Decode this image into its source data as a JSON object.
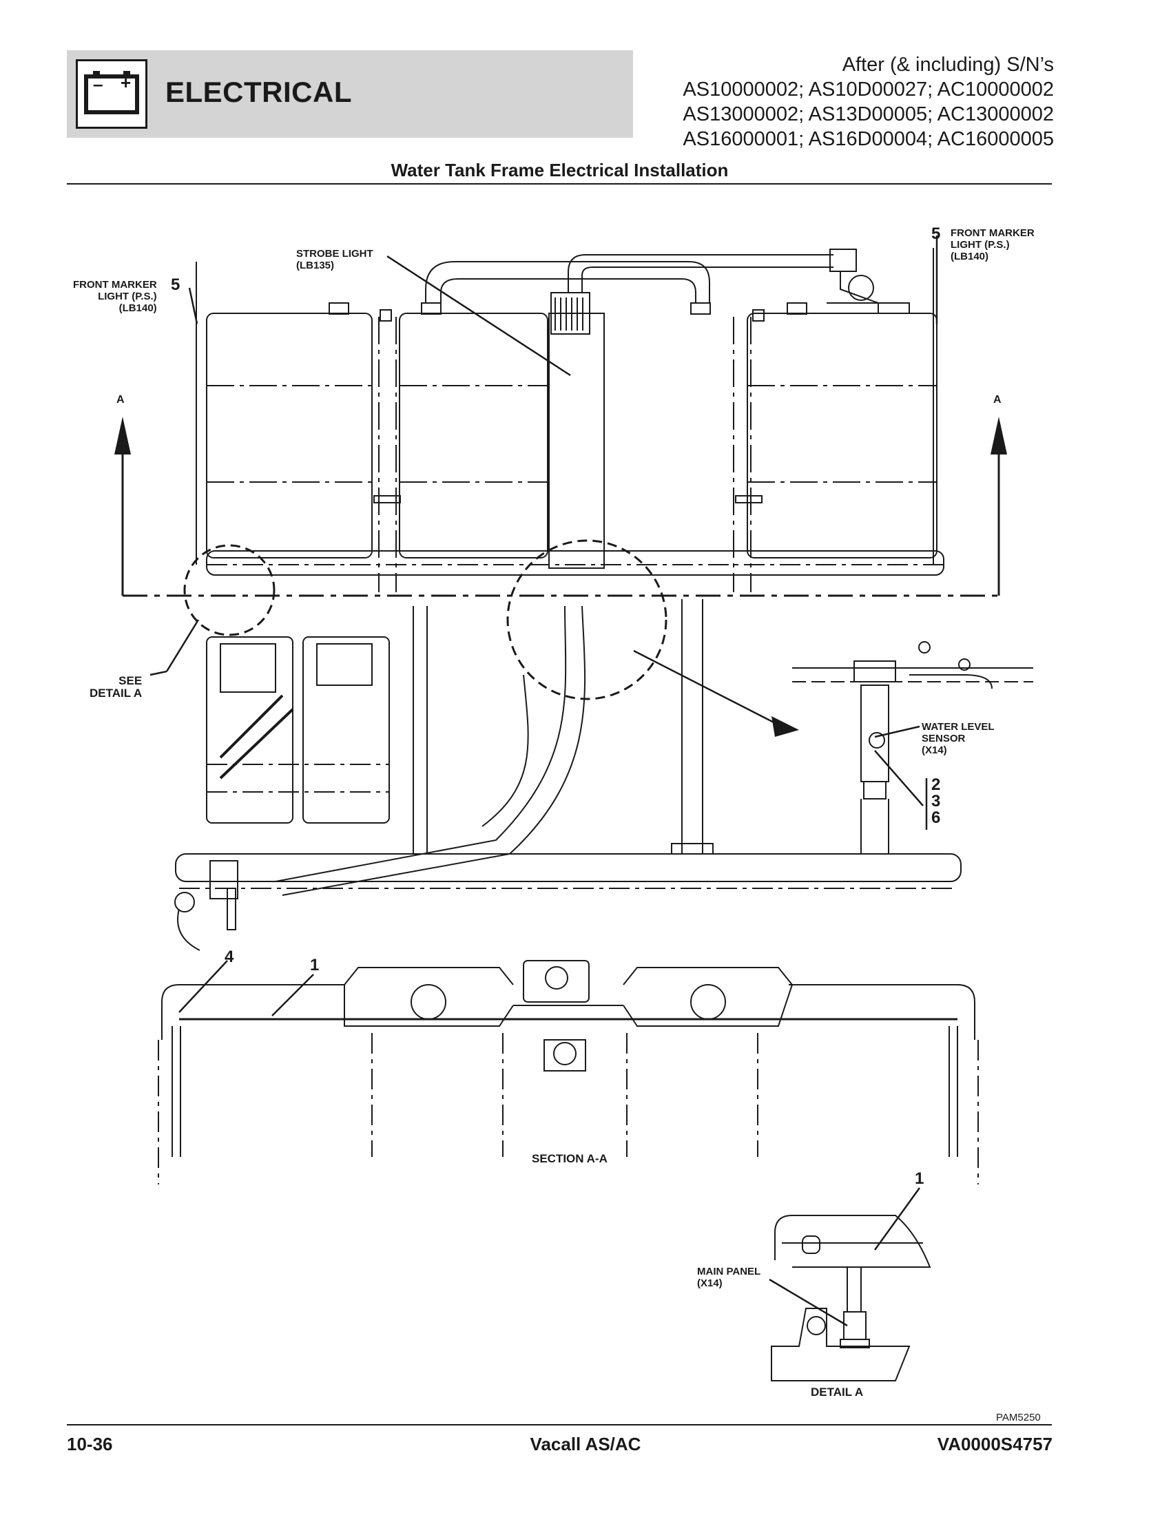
{
  "header": {
    "section_title": "ELECTRICAL",
    "serial_lines": [
      "After (& including) S/N’s",
      "AS10000002; AS10D00027; AC10000002",
      "AS13000002; AS13D00005; AC13000002",
      "AS16000001; AS16D00004; AC16000005"
    ],
    "battery_symbols": {
      "minus": "–",
      "plus": "+"
    }
  },
  "page_title": "Water Tank Frame Electrical Installation",
  "labels": {
    "front_marker_left": [
      "FRONT MARKER",
      "LIGHT (P.S.)",
      "(LB140)"
    ],
    "front_marker_right": [
      "FRONT MARKER",
      "LIGHT (P.S.)",
      "(LB140)"
    ],
    "strobe_light": [
      "STROBE LIGHT",
      "(LB135)"
    ],
    "see_detail": [
      "SEE",
      "DETAIL A"
    ],
    "water_level_sensor": [
      "WATER LEVEL",
      "SENSOR",
      "(X14)"
    ],
    "main_panel": [
      "MAIN PANEL",
      "(X14)"
    ],
    "section_a_a": "SECTION A-A",
    "detail_a": "DETAIL A",
    "section_arrow_left": "A",
    "section_arrow_right": "A"
  },
  "callouts": {
    "front_marker_left": "5",
    "front_marker_right": "5",
    "sensor_items": [
      "2",
      "3",
      "6"
    ],
    "section_item_4": "4",
    "section_item_1": "1",
    "detail_item_1": "1"
  },
  "figure_id": "PAM5250",
  "footer": {
    "page_number": "10-36",
    "product": "Vacall AS/AC",
    "doc_number": "VA0000S4757"
  }
}
